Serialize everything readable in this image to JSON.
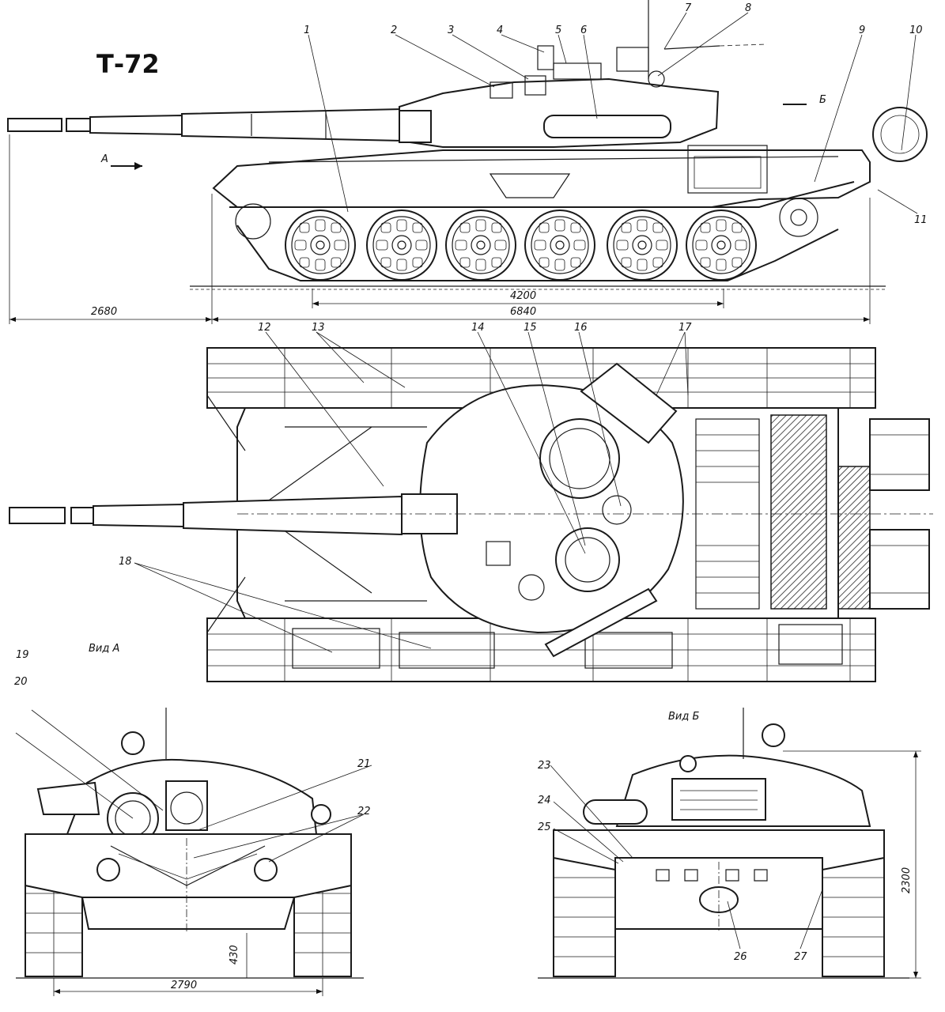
{
  "title": "Т-72",
  "callouts": [
    "1",
    "2",
    "3",
    "4",
    "5",
    "6",
    "7",
    "8",
    "9",
    "10",
    "11",
    "12",
    "13",
    "14",
    "15",
    "16",
    "17",
    "18",
    "19",
    "20",
    "21",
    "22",
    "23",
    "24",
    "25",
    "26",
    "27"
  ],
  "dimensions": {
    "front_overhang": "2680",
    "track_contact": "4200",
    "hull_length": "6840",
    "track_width": "2790",
    "ground_clearance": "430",
    "height": "2300"
  },
  "views": {
    "view_a": "Вид А",
    "view_b": "Вид Б",
    "arrow_a": "А",
    "arrow_b": "Б"
  }
}
